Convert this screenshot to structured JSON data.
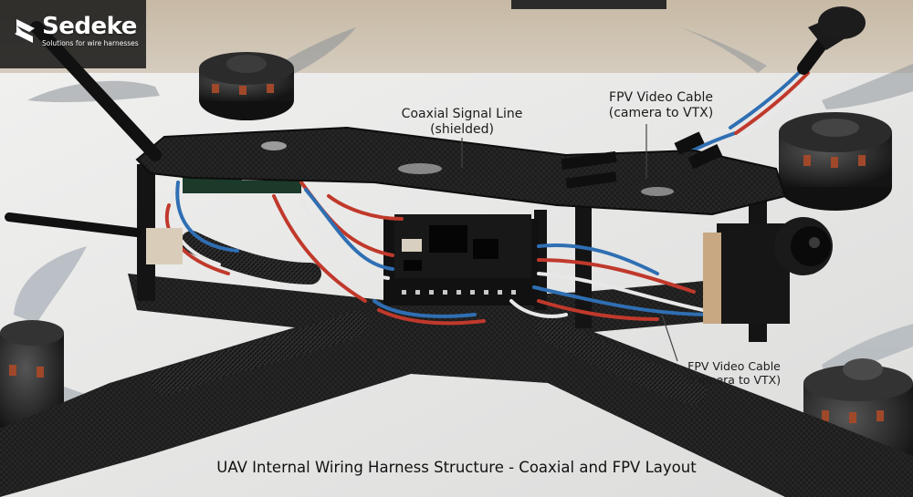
{
  "logo": {
    "brand": "Sedeke",
    "tagline": "Solutions for wire harnesses"
  },
  "annotations": {
    "coaxial": {
      "line1": "Coaxial Signal Line",
      "line2": "(shielded)"
    },
    "fpv_top": {
      "line1": "FPV Video Cable",
      "line2": "(camera to VTX)"
    },
    "fpv_bottom": {
      "line1": "FPV Video Cable",
      "line2": "(camera to VTX)"
    }
  },
  "caption": "UAV Internal Wiring Harness Structure - Coaxial and FPV Layout",
  "colors": {
    "carbon": "#1f1f1f",
    "wire_red": "#c0392b",
    "wire_blue": "#2f6fb3",
    "wire_white": "#e8e8e8",
    "coax": "#c9b79a",
    "motor_copper": "#a0482a"
  },
  "icons": [
    "sedeke-logo-icon"
  ]
}
